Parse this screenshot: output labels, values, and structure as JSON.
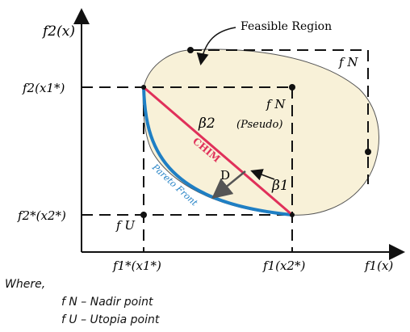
{
  "axes": {
    "y_label": "f2(x)",
    "x_label": "f1(x)"
  },
  "region_label": "Feasible Region",
  "points": {
    "nadir_outer": "f N",
    "nadir_pseudo": "f N",
    "pseudo_note": "(Pseudo)",
    "utopia": "f U"
  },
  "y_ticks": [
    "f2(x1*)",
    "f2*(x2*)"
  ],
  "x_ticks": [
    "f1*(x1*)",
    "f1(x2*)"
  ],
  "segment_labels": {
    "chim": "CHIM",
    "pareto": "Pareto Front",
    "beta1": "β1",
    "beta2": "β2",
    "direction": "D"
  },
  "colors": {
    "region_fill": "#f8f1d8",
    "chim": "#e0305a",
    "pareto": "#1f7fc4",
    "axes": "#111111"
  },
  "notes": {
    "where": "Where,",
    "nadir": "f N – Nadir point",
    "utopia": "f U – Utopia point"
  }
}
